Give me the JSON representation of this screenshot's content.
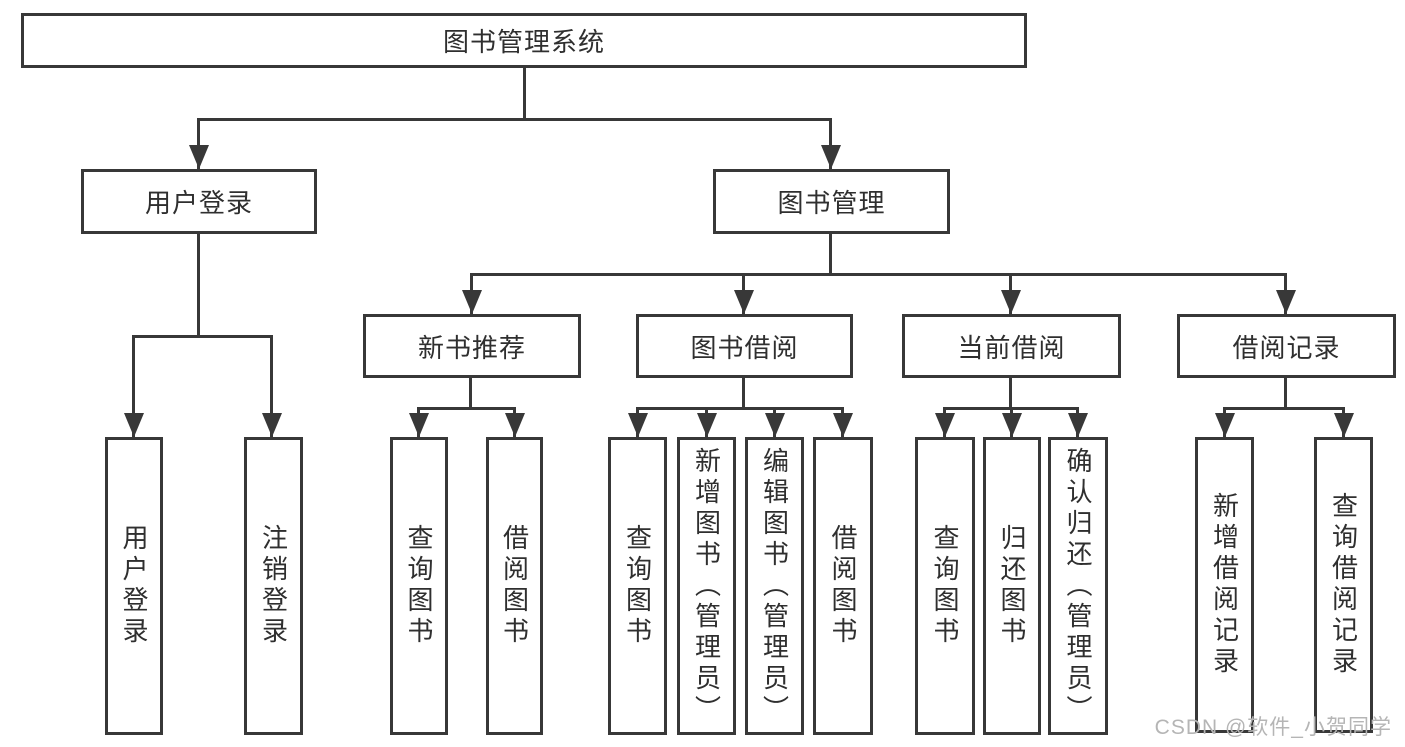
{
  "tree": {
    "label": "图书管理系统",
    "children": [
      {
        "label": "用户登录",
        "children": [
          {
            "label": "用户登录"
          },
          {
            "label": "注销登录"
          }
        ]
      },
      {
        "label": "图书管理",
        "children": [
          {
            "label": "新书推荐",
            "children": [
              {
                "label": "查询图书"
              },
              {
                "label": "借阅图书"
              }
            ]
          },
          {
            "label": "图书借阅",
            "children": [
              {
                "label": "查询图书"
              },
              {
                "label": "新增图书（管理员）"
              },
              {
                "label": "编辑图书（管理员）"
              },
              {
                "label": "借阅图书"
              }
            ]
          },
          {
            "label": "当前借阅",
            "children": [
              {
                "label": "查询图书"
              },
              {
                "label": "归还图书"
              },
              {
                "label": "确认归还（管理员）"
              }
            ]
          },
          {
            "label": "借阅记录",
            "children": [
              {
                "label": "新增借阅记录"
              },
              {
                "label": "查询借阅记录"
              }
            ]
          }
        ]
      }
    ]
  },
  "watermark": {
    "text": "CSDN @软件_小贺同学"
  },
  "colors": {
    "line": "#383838",
    "text": "#2f2f2f",
    "watermark": "#b5b5b5",
    "background": "#ffffff"
  }
}
